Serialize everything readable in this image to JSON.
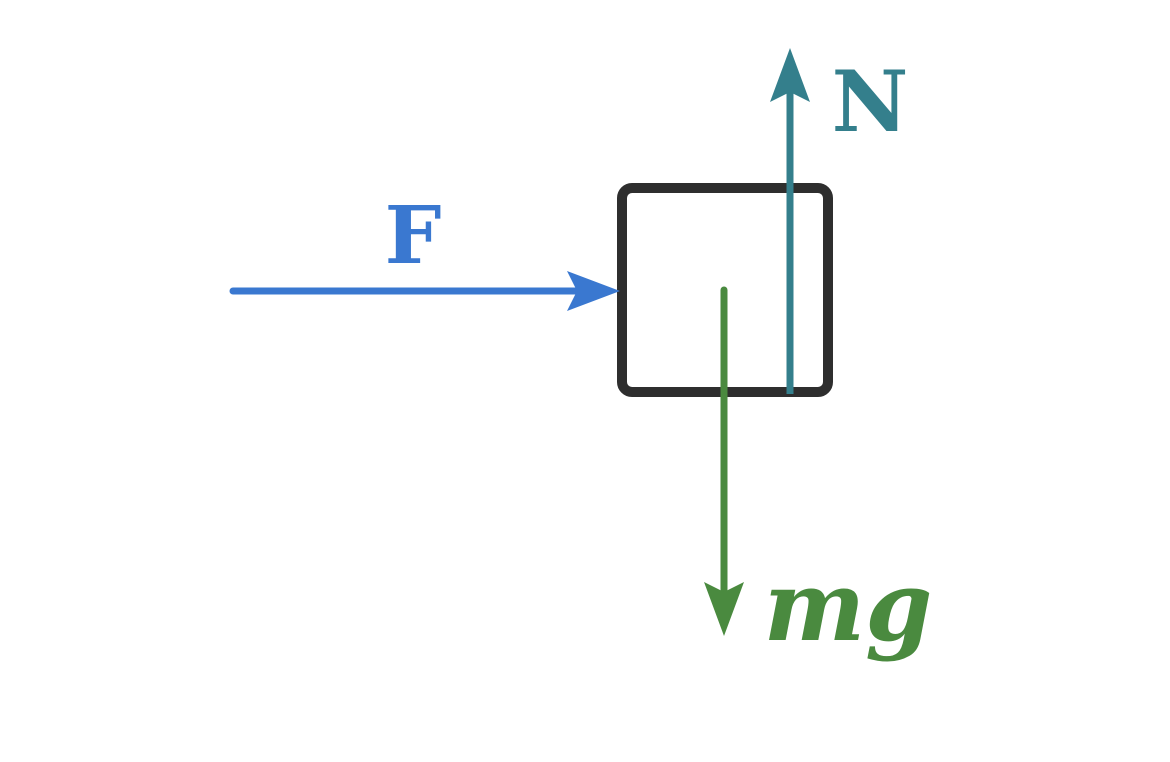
{
  "diagram": {
    "forces": {
      "applied": {
        "label": "F",
        "color": "#3a78d0",
        "direction": "right"
      },
      "normal": {
        "label": "N",
        "color": "#347f8c",
        "direction": "up"
      },
      "weight": {
        "label": "mg",
        "color": "#4a8a3f",
        "direction": "down"
      }
    },
    "block": {
      "stroke_color": "#2e2e2e",
      "fill_color": "#ffffff"
    }
  }
}
